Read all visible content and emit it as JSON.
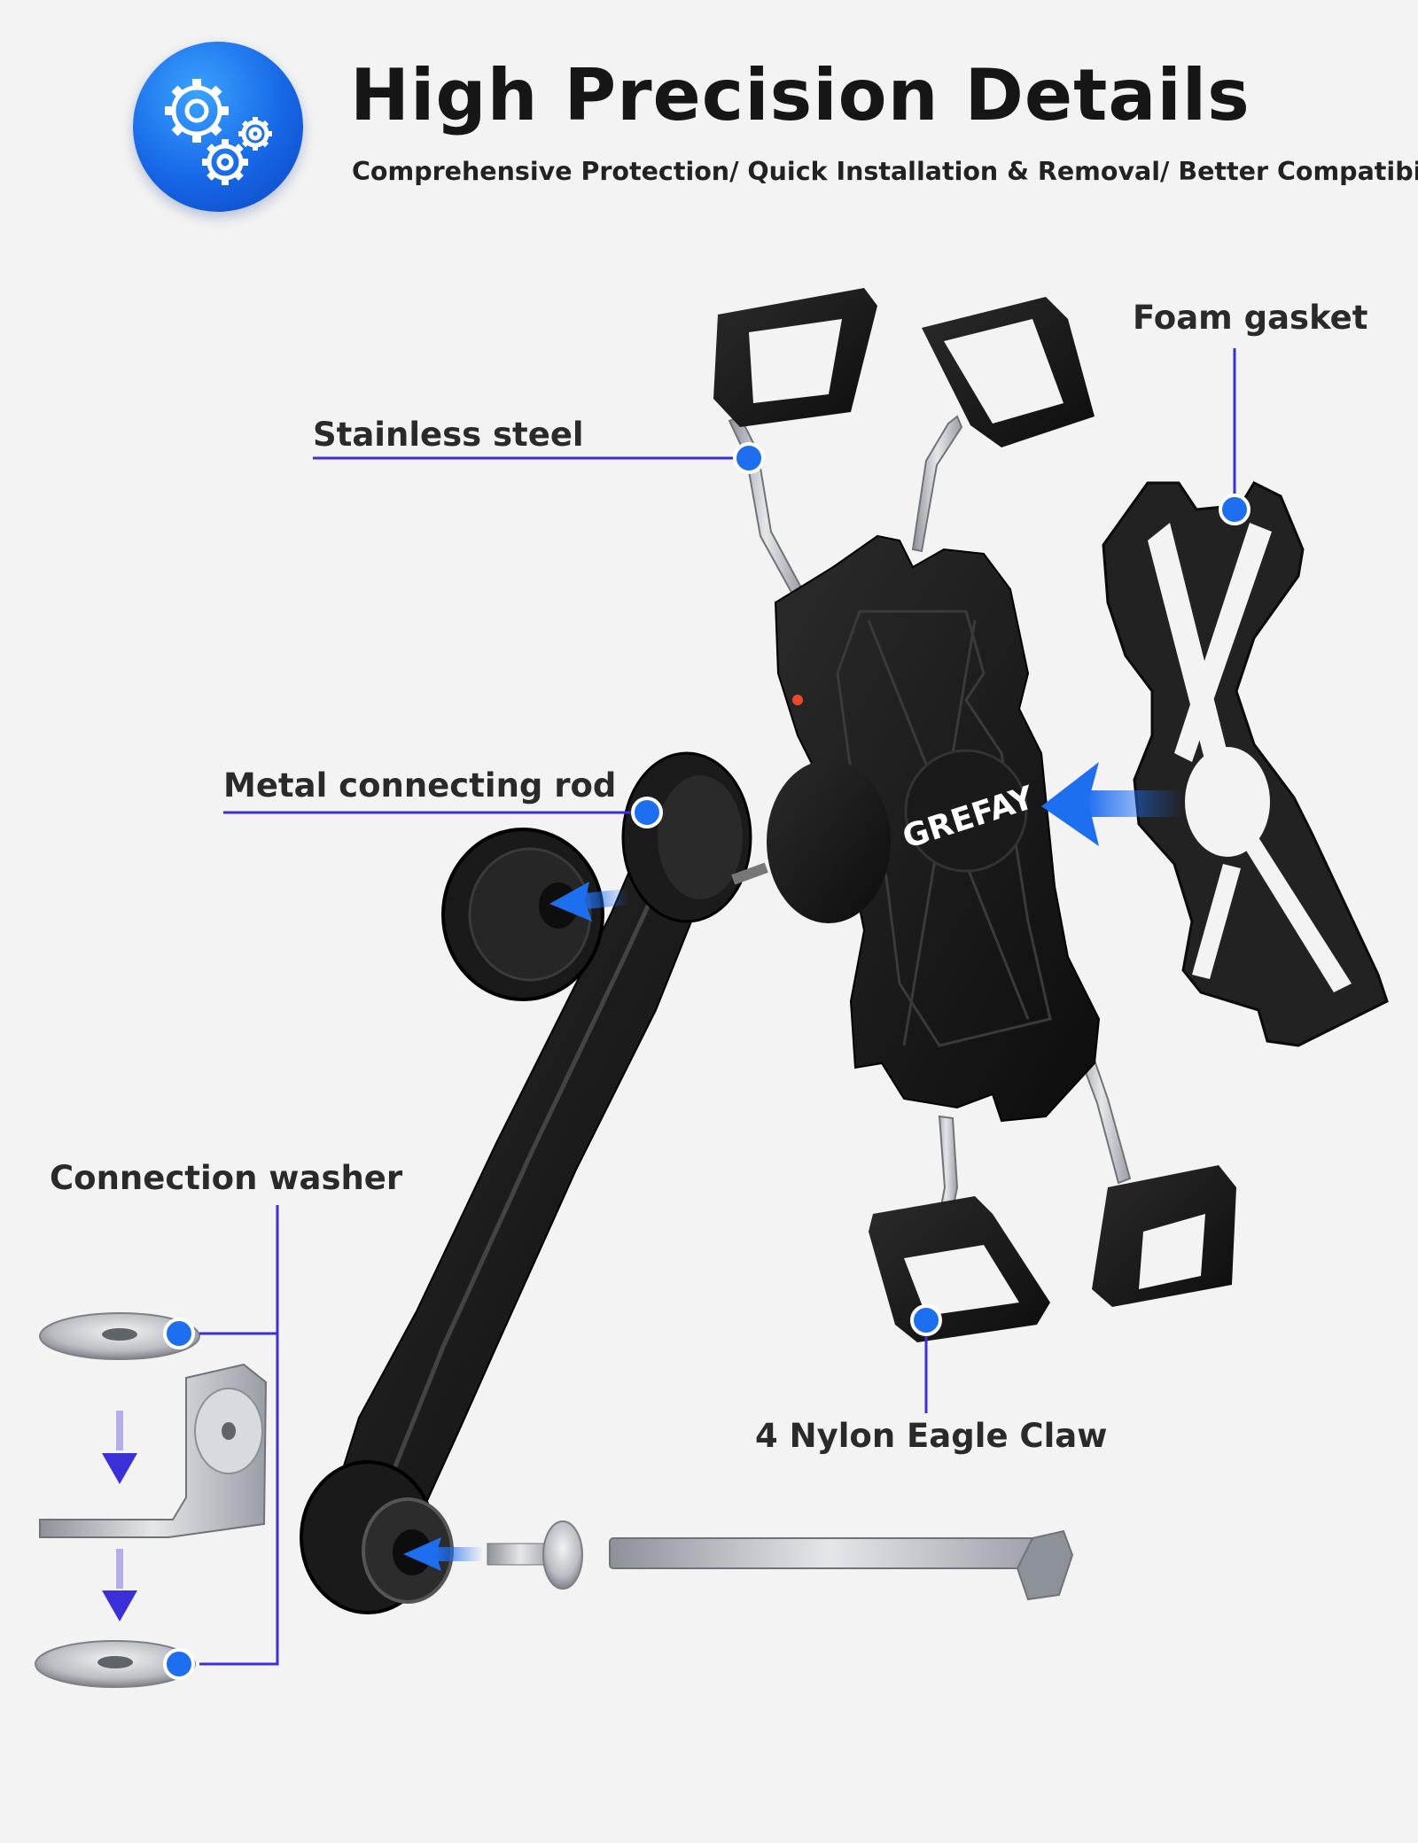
{
  "header": {
    "badge_icon": "gears-icon",
    "title": "High Precision Details",
    "subtitle": "Comprehensive Protection/ Quick Installation & Removal/ Better Compatibility"
  },
  "callouts": {
    "foam_gasket": "Foam gasket",
    "stainless_steel": "Stainless steel",
    "metal_connecting_rod": "Metal connecting rod",
    "connection_washer": "Connection washer",
    "nylon_eagle_claw": "4 Nylon Eagle Claw"
  },
  "product": {
    "brand_logo": "GREFAY"
  },
  "colors": {
    "accent_blue": "#1e6ff0",
    "leader_line": "#3b2fd8",
    "product_black": "#161616",
    "steel": "#b8bcc2",
    "background": "#f3f3f3"
  }
}
